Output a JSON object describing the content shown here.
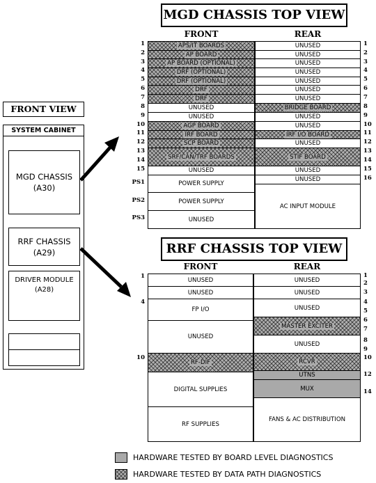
{
  "front_view": {
    "title": "FRONT VIEW",
    "cabinet_label": "SYSTEM CABINET",
    "mgd_chassis": {
      "name": "MGD CHASSIS",
      "ref": "(A30)"
    },
    "rrf_chassis": {
      "name": "RRF CHASSIS",
      "ref": "(A29)"
    },
    "driver_module": {
      "name": "DRIVER MODULE",
      "ref": "(A28)"
    }
  },
  "mgd": {
    "title": "MGD CHASSIS TOP VIEW",
    "front_header": "FRONT",
    "rear_header": "REAR",
    "front_numbers": [
      "1",
      "2",
      "3",
      "4",
      "5",
      "6",
      "7",
      "8",
      "9",
      "10",
      "11",
      "12",
      "13",
      "14",
      "15",
      "PS1",
      "PS2",
      "PS3"
    ],
    "rear_numbers": [
      "1",
      "2",
      "3",
      "4",
      "5",
      "6",
      "7",
      "8",
      "9",
      "10",
      "11",
      "12",
      "13",
      "14",
      "15",
      "16"
    ],
    "front_slots": [
      {
        "label": "APS/IT BOARDS",
        "fill": "hatch"
      },
      {
        "label": "AP BOARD",
        "fill": "hatch"
      },
      {
        "label": "AP BOARD (OPTIONAL)",
        "fill": "hatch"
      },
      {
        "label": "DRF (OPTIONAL)",
        "fill": "hatch"
      },
      {
        "label": "DRF (OPTIONAL)",
        "fill": "hatch"
      },
      {
        "label": "DRF",
        "fill": "hatch"
      },
      {
        "label": "DRF",
        "fill": "hatch"
      },
      {
        "label": "UNUSED",
        "fill": "none"
      },
      {
        "label": "UNUSED",
        "fill": "none"
      },
      {
        "label": "AGP BOARD",
        "fill": "hatch"
      },
      {
        "label": "IRF BOARD",
        "fill": "hatch"
      },
      {
        "label": "SCP BOARD",
        "fill": "hatch"
      },
      {
        "label": "SRF/CAN/TRF BOARDS",
        "fill": "hatch"
      },
      {
        "label": "UNUSED",
        "fill": "none"
      },
      {
        "label": "POWER SUPPLY",
        "fill": "none"
      },
      {
        "label": "POWER SUPPLY",
        "fill": "none"
      },
      {
        "label": "UNUSED",
        "fill": "none"
      }
    ],
    "rear_slots": [
      {
        "label": "UNUSED",
        "fill": "none"
      },
      {
        "label": "UNUSED",
        "fill": "none"
      },
      {
        "label": "UNUSED",
        "fill": "none"
      },
      {
        "label": "UNUSED",
        "fill": "none"
      },
      {
        "label": "UNUSED",
        "fill": "none"
      },
      {
        "label": "UNUSED",
        "fill": "none"
      },
      {
        "label": "UNUSED",
        "fill": "none"
      },
      {
        "label": "BRIDGE BOARD",
        "fill": "hatch"
      },
      {
        "label": "UNUSED",
        "fill": "none"
      },
      {
        "label": "UNUSED",
        "fill": "none"
      },
      {
        "label": "IRF I/O BOARD",
        "fill": "hatch"
      },
      {
        "label": "UNUSED",
        "fill": "none"
      },
      {
        "label": "STIF BOARD",
        "fill": "hatch"
      },
      {
        "label": "UNUSED",
        "fill": "none"
      },
      {
        "label": "UNUSED",
        "fill": "none"
      },
      {
        "label": "AC INPUT MODULE",
        "fill": "none"
      }
    ]
  },
  "rrf": {
    "title": "RRF CHASSIS TOP VIEW",
    "front_header": "FRONT",
    "rear_header": "REAR",
    "front_numbers": [
      "1",
      "4",
      "10"
    ],
    "rear_numbers": [
      "1",
      "2",
      "3",
      "4",
      "5",
      "6",
      "7",
      "8",
      "9",
      "10",
      "12",
      "14"
    ],
    "front_slots": [
      {
        "label": "UNUSED",
        "fill": "none"
      },
      {
        "label": "UNUSED",
        "fill": "none"
      },
      {
        "label": "FP I/O",
        "fill": "none"
      },
      {
        "label": "UNUSED",
        "fill": "none"
      },
      {
        "label": "RF-DIF",
        "fill": "hatch"
      },
      {
        "label": "DIGITAL SUPPLIES",
        "fill": "none"
      },
      {
        "label": "RF SUPPLIES",
        "fill": "none"
      }
    ],
    "rear_slots": [
      {
        "label": "UNUSED",
        "fill": "none"
      },
      {
        "label": "UNUSED",
        "fill": "none"
      },
      {
        "label": "UNUSED",
        "fill": "none"
      },
      {
        "label": "MASTER EXCITER",
        "fill": "hatch"
      },
      {
        "label": "UNUSED",
        "fill": "none"
      },
      {
        "label": "RCVR",
        "fill": "hatch"
      },
      {
        "label": "UTNS",
        "fill": "solid"
      },
      {
        "label": "MUX",
        "fill": "solid"
      },
      {
        "label": "FANS & AC DISTRIBUTION",
        "fill": "none"
      }
    ]
  },
  "legend": {
    "board_level": "HARDWARE TESTED BY BOARD LEVEL DIAGNOSTICS",
    "data_path": "HARDWARE TESTED BY DATA PATH DIAGNOSTICS"
  }
}
